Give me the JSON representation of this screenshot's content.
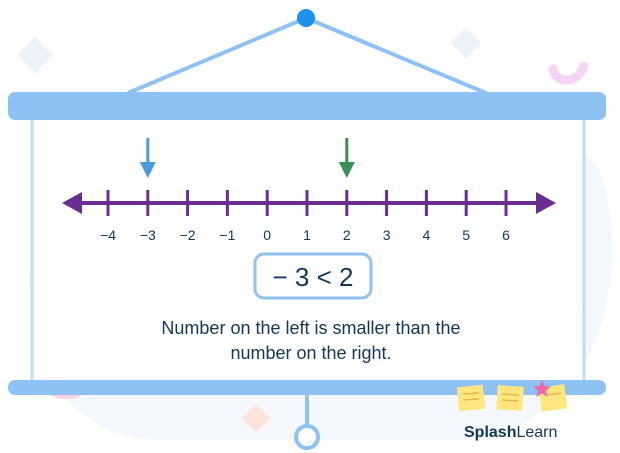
{
  "number_line": {
    "ticks": [
      "−4",
      "−3",
      "−2",
      "−1",
      "0",
      "1",
      "2",
      "3",
      "4",
      "5",
      "6"
    ],
    "tick_values": [
      -4,
      -3,
      -2,
      -1,
      0,
      1,
      2,
      3,
      4,
      5,
      6
    ],
    "markers": [
      {
        "value": -3,
        "color": "#4a9ae0"
      },
      {
        "value": 2,
        "color": "#3a8f55"
      }
    ]
  },
  "comparison": "− 3 < 2",
  "caption": {
    "line1": "Number on the left is smaller than the",
    "line2": "number on the right."
  },
  "brand": {
    "part1": "Splash",
    "part2": "Learn"
  },
  "colors": {
    "board_rail": "#8ec2f4",
    "board_frame": "#bcdcf8",
    "number_line": "#6a2d91",
    "text": "#12375a",
    "comparison_border": "#8ec2f4",
    "hanger_dot": "#1f8ff0"
  }
}
